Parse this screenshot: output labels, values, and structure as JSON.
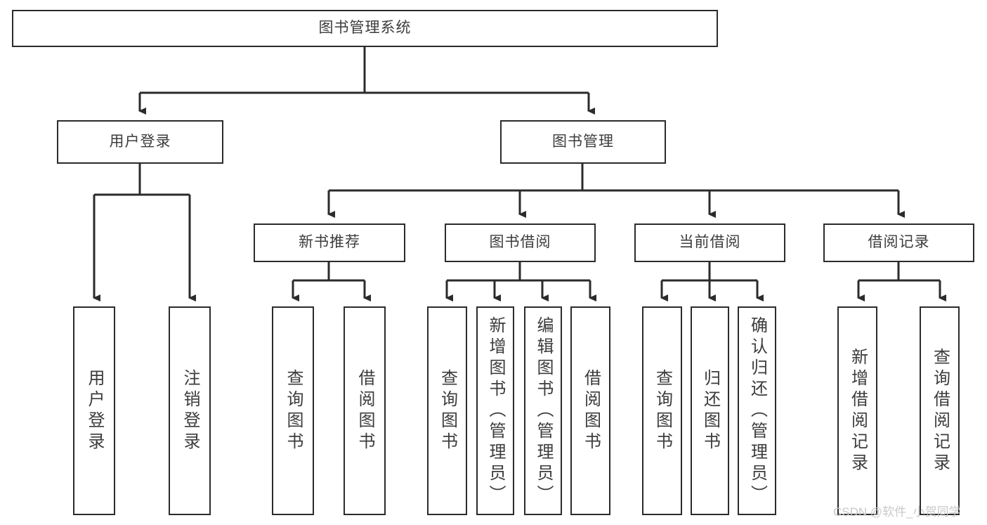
{
  "diagram": {
    "title": "图书管理系统",
    "type": "tree-hierarchy",
    "watermark": "CSDN @软件_小贺同学",
    "colors": {
      "box_border": "#2b2b2b",
      "box_fill": "#ffffff",
      "text": "#3c3c3c",
      "connector": "#2b2b2b",
      "watermark": "#c9c9c9",
      "background": "#ffffff"
    },
    "root": {
      "label": "图书管理系统"
    },
    "level2": [
      {
        "label": "用户登录"
      },
      {
        "label": "图书管理"
      }
    ],
    "level3": [
      {
        "label": "新书推荐"
      },
      {
        "label": "图书借阅"
      },
      {
        "label": "当前借阅"
      },
      {
        "label": "借阅记录"
      }
    ],
    "leaves": {
      "user_login": [
        {
          "label": "用户登录"
        },
        {
          "label": "注销登录"
        }
      ],
      "new_book_recommend": [
        {
          "label": "查询图书"
        },
        {
          "label": "借阅图书"
        }
      ],
      "book_borrow": [
        {
          "label": "查询图书"
        },
        {
          "label": "新增图书（管理员）"
        },
        {
          "label": "编辑图书（管理员）"
        },
        {
          "label": "借阅图书"
        }
      ],
      "current_borrow": [
        {
          "label": "查询图书"
        },
        {
          "label": "归还图书"
        },
        {
          "label": "确认归还（管理员）"
        }
      ],
      "borrow_record": [
        {
          "label": "新增借阅记录"
        },
        {
          "label": "查询借阅记录"
        }
      ]
    }
  }
}
